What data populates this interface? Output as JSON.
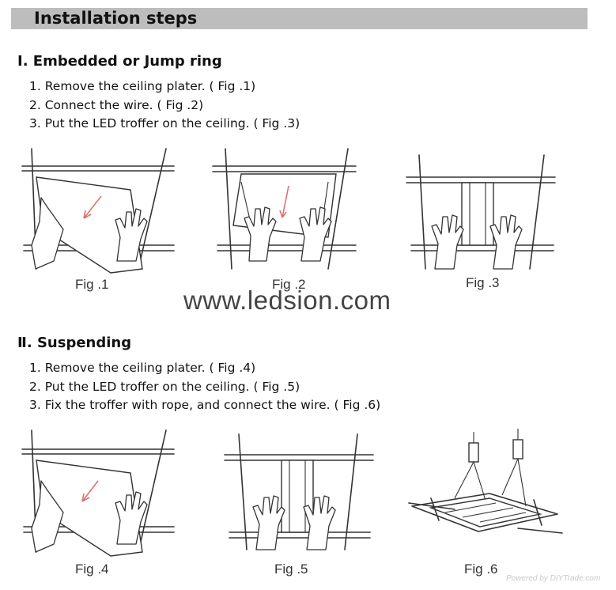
{
  "header": {
    "title": "Installation steps"
  },
  "section1": {
    "heading": "Ⅰ. Embedded or Jump ring",
    "steps": [
      "1. Remove the ceiling plater. ( Fig .1)",
      "2. Connect the wire. ( Fig .2)",
      "3. Put the LED troffer on the ceiling. ( Fig .3)"
    ],
    "figures": [
      "Fig .1",
      "Fig .2",
      "Fig .3"
    ]
  },
  "watermark": "www.ledsion.com",
  "section2": {
    "heading": "Ⅱ. Suspending",
    "steps": [
      "1. Remove the ceiling plater. ( Fig .4)",
      "2. Put the LED troffer on the ceiling. ( Fig .5)",
      "3. Fix the troffer with rope,  and connect the wire. ( Fig .6)"
    ],
    "figures": [
      "Fig .4",
      "Fig .5",
      "Fig .6"
    ]
  },
  "credit": "Powered by DIYTrade.com",
  "colors": {
    "header_bg": "#bdbdbd",
    "arrow": "#e07070"
  }
}
